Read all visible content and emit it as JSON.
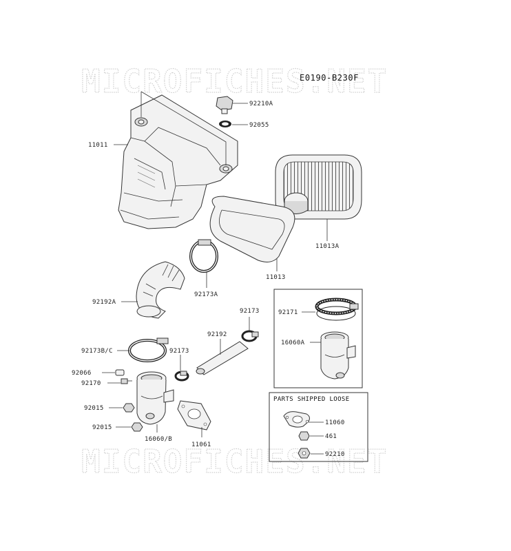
{
  "diagram_code": "E0190-B230F",
  "watermark": "MICROFICHES.NET",
  "box_title": "PARTS SHIPPED LOOSE",
  "labels": {
    "p11011": "11011",
    "p92210A": "92210A",
    "p92055": "92055",
    "p11013A": "11013A",
    "p11013": "11013",
    "p92173A": "92173A",
    "p92192A": "92192A",
    "p92173top": "92173",
    "p92192": "92192",
    "p92173BC": "92173B/C",
    "p92173mid": "92173",
    "p92066": "92066",
    "p92170": "92170",
    "p92015a": "92015",
    "p92015b": "92015",
    "p16060B": "16060/B",
    "p11061": "11061",
    "p92171": "92171",
    "p16060A": "16060A",
    "p11060": "11060",
    "p461": "461",
    "p92210": "92210"
  }
}
